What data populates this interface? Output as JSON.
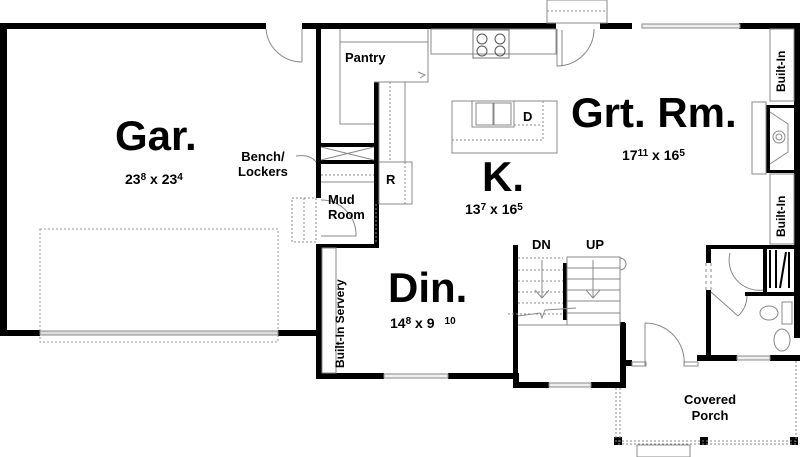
{
  "rooms": {
    "garage": {
      "name": "Gar.",
      "dim_a": "23",
      "dim_a_sup": "8",
      "dim_b": "23",
      "dim_b_sup": "4",
      "sep": "x"
    },
    "kitchen": {
      "name": "K.",
      "dim_a": "13",
      "dim_a_sup": "7",
      "dim_b": "16",
      "dim_b_sup": "5",
      "sep": "x"
    },
    "great_room": {
      "name": "Grt. Rm.",
      "dim_a": "17",
      "dim_a_sup": "11",
      "dim_b": "16",
      "dim_b_sup": "5",
      "sep": "x"
    },
    "dining": {
      "name": "Din.",
      "dim_a": "14",
      "dim_a_sup": "8",
      "dim_b": "9",
      "dim_b_sup": "10",
      "sep": "x"
    },
    "pantry": {
      "name": "Pantry"
    },
    "mud_room": {
      "line1": "Mud",
      "line2": "Room"
    },
    "bench_lockers": {
      "line1": "Bench/",
      "line2": "Lockers"
    },
    "covered_porch": {
      "line1": "Covered",
      "line2": "Porch"
    }
  },
  "fixtures": {
    "refrigerator": "R",
    "dishwasher": "D",
    "built_in_top": "Built-In",
    "built_in_bottom": "Built-In",
    "built_in_servery": "Built-In Servery"
  },
  "stairs": {
    "down_label": "DN",
    "up_label": "UP"
  },
  "colors": {
    "wall": "#000000",
    "line": "#888888",
    "dashed": "#999999",
    "background": "#ffffff"
  }
}
